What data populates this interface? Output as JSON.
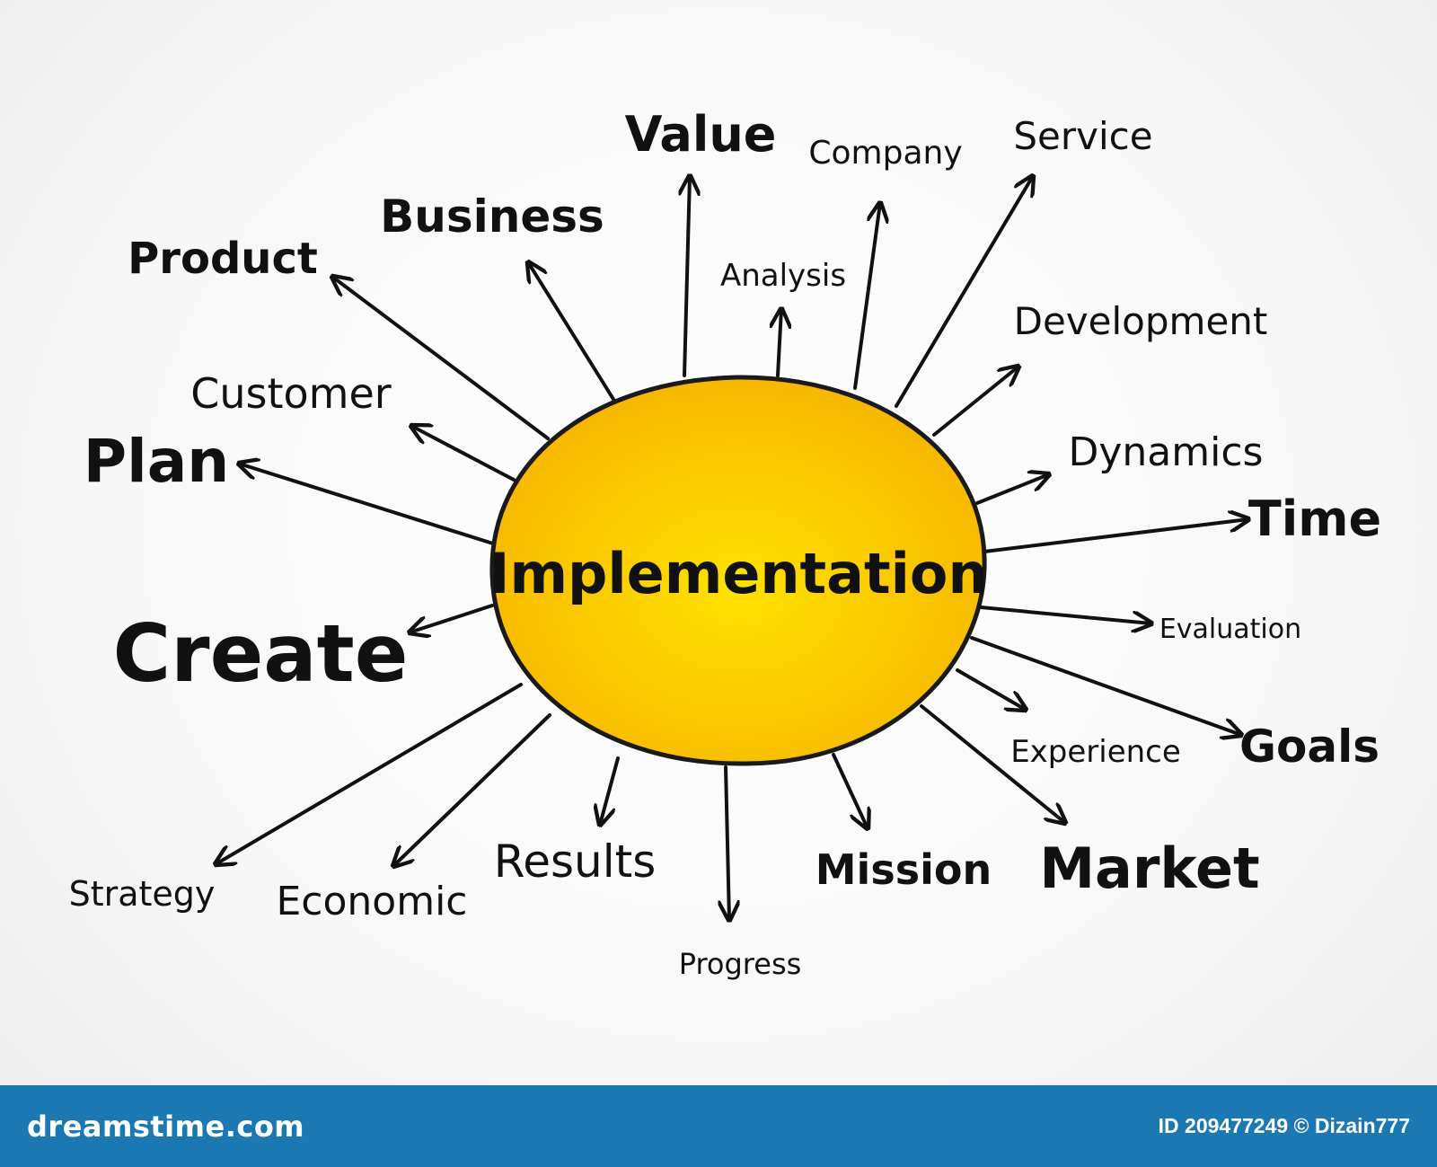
{
  "diagram": {
    "center": "Implementation",
    "center_color": "#f6b400",
    "center_highlight": "#ffe200",
    "nodes": [
      {
        "id": "value",
        "text": "Value"
      },
      {
        "id": "company",
        "text": "Company"
      },
      {
        "id": "service",
        "text": "Service"
      },
      {
        "id": "business",
        "text": "Business"
      },
      {
        "id": "analysis",
        "text": "Analysis"
      },
      {
        "id": "product",
        "text": "Product"
      },
      {
        "id": "development",
        "text": "Development"
      },
      {
        "id": "customer",
        "text": "Customer"
      },
      {
        "id": "plan",
        "text": "Plan"
      },
      {
        "id": "dynamics",
        "text": "Dynamics"
      },
      {
        "id": "time",
        "text": "Time"
      },
      {
        "id": "create",
        "text": "Create"
      },
      {
        "id": "evaluation",
        "text": "Evaluation"
      },
      {
        "id": "goals",
        "text": "Goals"
      },
      {
        "id": "experience",
        "text": "Experience"
      },
      {
        "id": "market",
        "text": "Market"
      },
      {
        "id": "mission",
        "text": "Mission"
      },
      {
        "id": "results",
        "text": "Results"
      },
      {
        "id": "progress",
        "text": "Progress"
      },
      {
        "id": "economic",
        "text": "Economic"
      },
      {
        "id": "strategy",
        "text": "Strategy"
      }
    ]
  },
  "footer": {
    "site": "dreamstime.com",
    "credit": "ID 209477249 © Dizain777",
    "bar_color": "#1b78b2"
  }
}
